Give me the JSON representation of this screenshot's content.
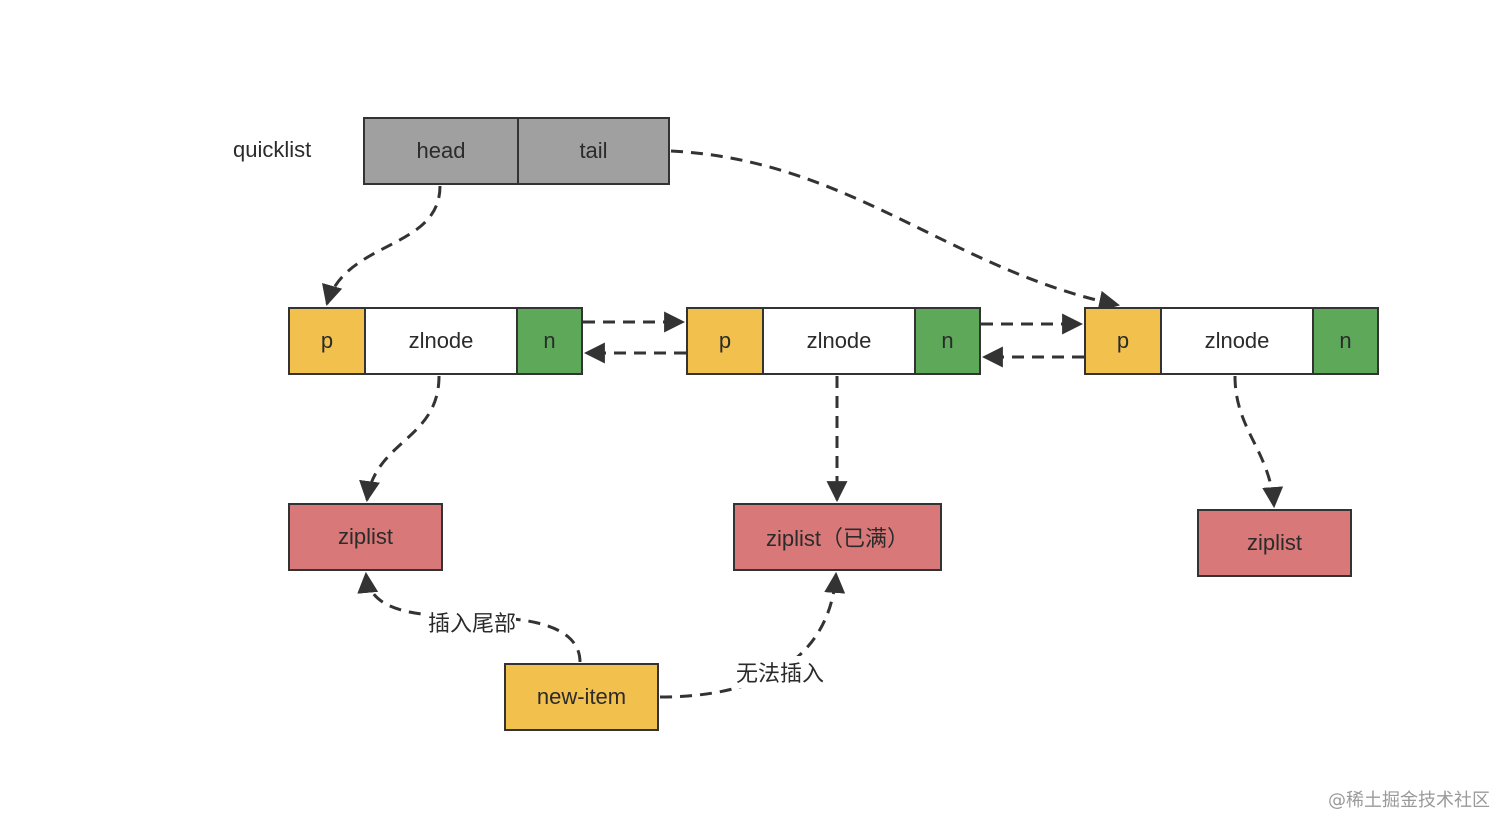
{
  "colors": {
    "header": "#a0a0a0",
    "pointer": "#f2c04d",
    "node": "#ffffff",
    "next": "#5ea85a",
    "ziplist": "#d97878",
    "new_item": "#f2c04d",
    "line": "#333333"
  },
  "quicklist": {
    "label": "quicklist",
    "head": "head",
    "tail": "tail"
  },
  "nodes": [
    {
      "prev": "p",
      "body": "zlnode",
      "next": "n"
    },
    {
      "prev": "p",
      "body": "zlnode",
      "next": "n"
    },
    {
      "prev": "p",
      "body": "zlnode",
      "next": "n"
    }
  ],
  "ziplists": [
    {
      "label": "ziplist"
    },
    {
      "label": "ziplist（已满）"
    },
    {
      "label": "ziplist"
    }
  ],
  "new_item": "new-item",
  "edge_labels": {
    "insert_tail": "插入尾部",
    "cannot_insert": "无法插入"
  },
  "watermark": "@稀土掘金技术社区"
}
